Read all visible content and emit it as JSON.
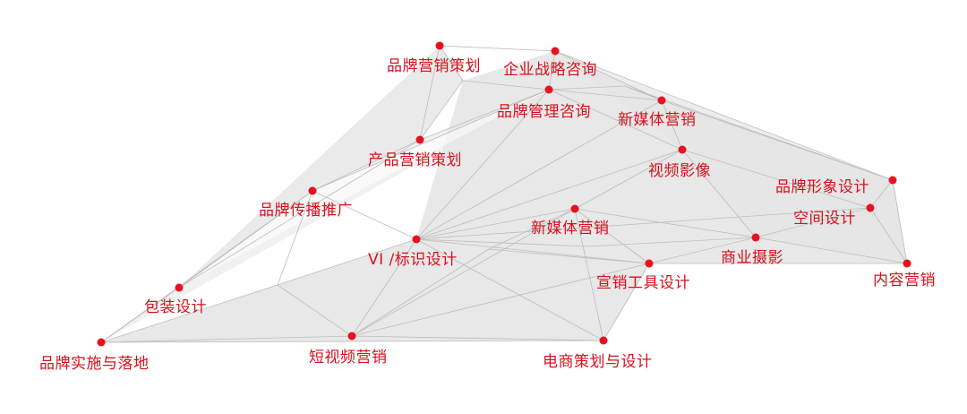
{
  "diagram": {
    "accent_color": "#e8121e",
    "shape_color": "#e6e6e6",
    "line_color": "#bdbdbd",
    "nodes": [
      {
        "id": "n1",
        "label": "品牌营销策划"
      },
      {
        "id": "n2",
        "label": "企业战略咨询"
      },
      {
        "id": "n3",
        "label": "品牌管理咨询"
      },
      {
        "id": "n4",
        "label": "新媒体营销"
      },
      {
        "id": "n5",
        "label": "产品营销策划"
      },
      {
        "id": "n6",
        "label": "视频影像"
      },
      {
        "id": "n7",
        "label": "品牌形象设计"
      },
      {
        "id": "n8",
        "label": "品牌传播推广"
      },
      {
        "id": "n9",
        "label": "空间设计"
      },
      {
        "id": "n10",
        "label": "新媒体营销"
      },
      {
        "id": "n11",
        "label": "VI /标识设计"
      },
      {
        "id": "n12",
        "label": "商业摄影"
      },
      {
        "id": "n13",
        "label": "内容营销"
      },
      {
        "id": "n14",
        "label": "宣销工具设计"
      },
      {
        "id": "n15",
        "label": "包装设计"
      },
      {
        "id": "n16",
        "label": "品牌实施与落地"
      },
      {
        "id": "n17",
        "label": "短视频营销"
      },
      {
        "id": "n18",
        "label": "电商策划与设计"
      }
    ]
  }
}
